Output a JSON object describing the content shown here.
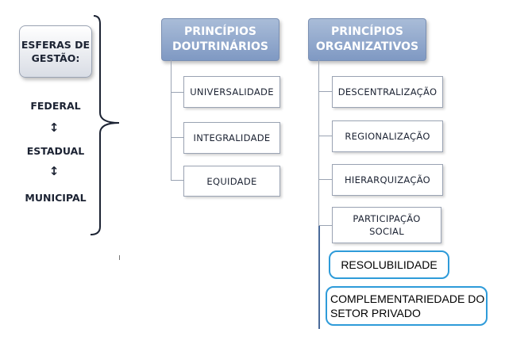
{
  "esferas": {
    "title": "ESFERAS DE GESTÃO:",
    "levels": [
      "FEDERAL",
      "ESTADUAL",
      "MUNICIPAL"
    ],
    "arrow_glyph": "↕"
  },
  "doutrinarios": {
    "title": "PRINCÍPIOS DOUTRINÁRIOS",
    "items": [
      "UNIVERSALIDADE",
      "INTEGRALIDADE",
      "EQUIDADE"
    ]
  },
  "organizativos": {
    "title": "PRINCÍPIOS ORGANIZATIVOS",
    "items": [
      "DESCENTRALIZAÇÃO",
      "REGIONALIZAÇÃO",
      "HIERARQUIZAÇÃO",
      "PARTICIPAÇÃO SOCIAL"
    ],
    "highlighted": [
      "RESOLUBILIDADE",
      "COMPLEMENTARIEDADE DO SETOR PRIVADO"
    ]
  }
}
